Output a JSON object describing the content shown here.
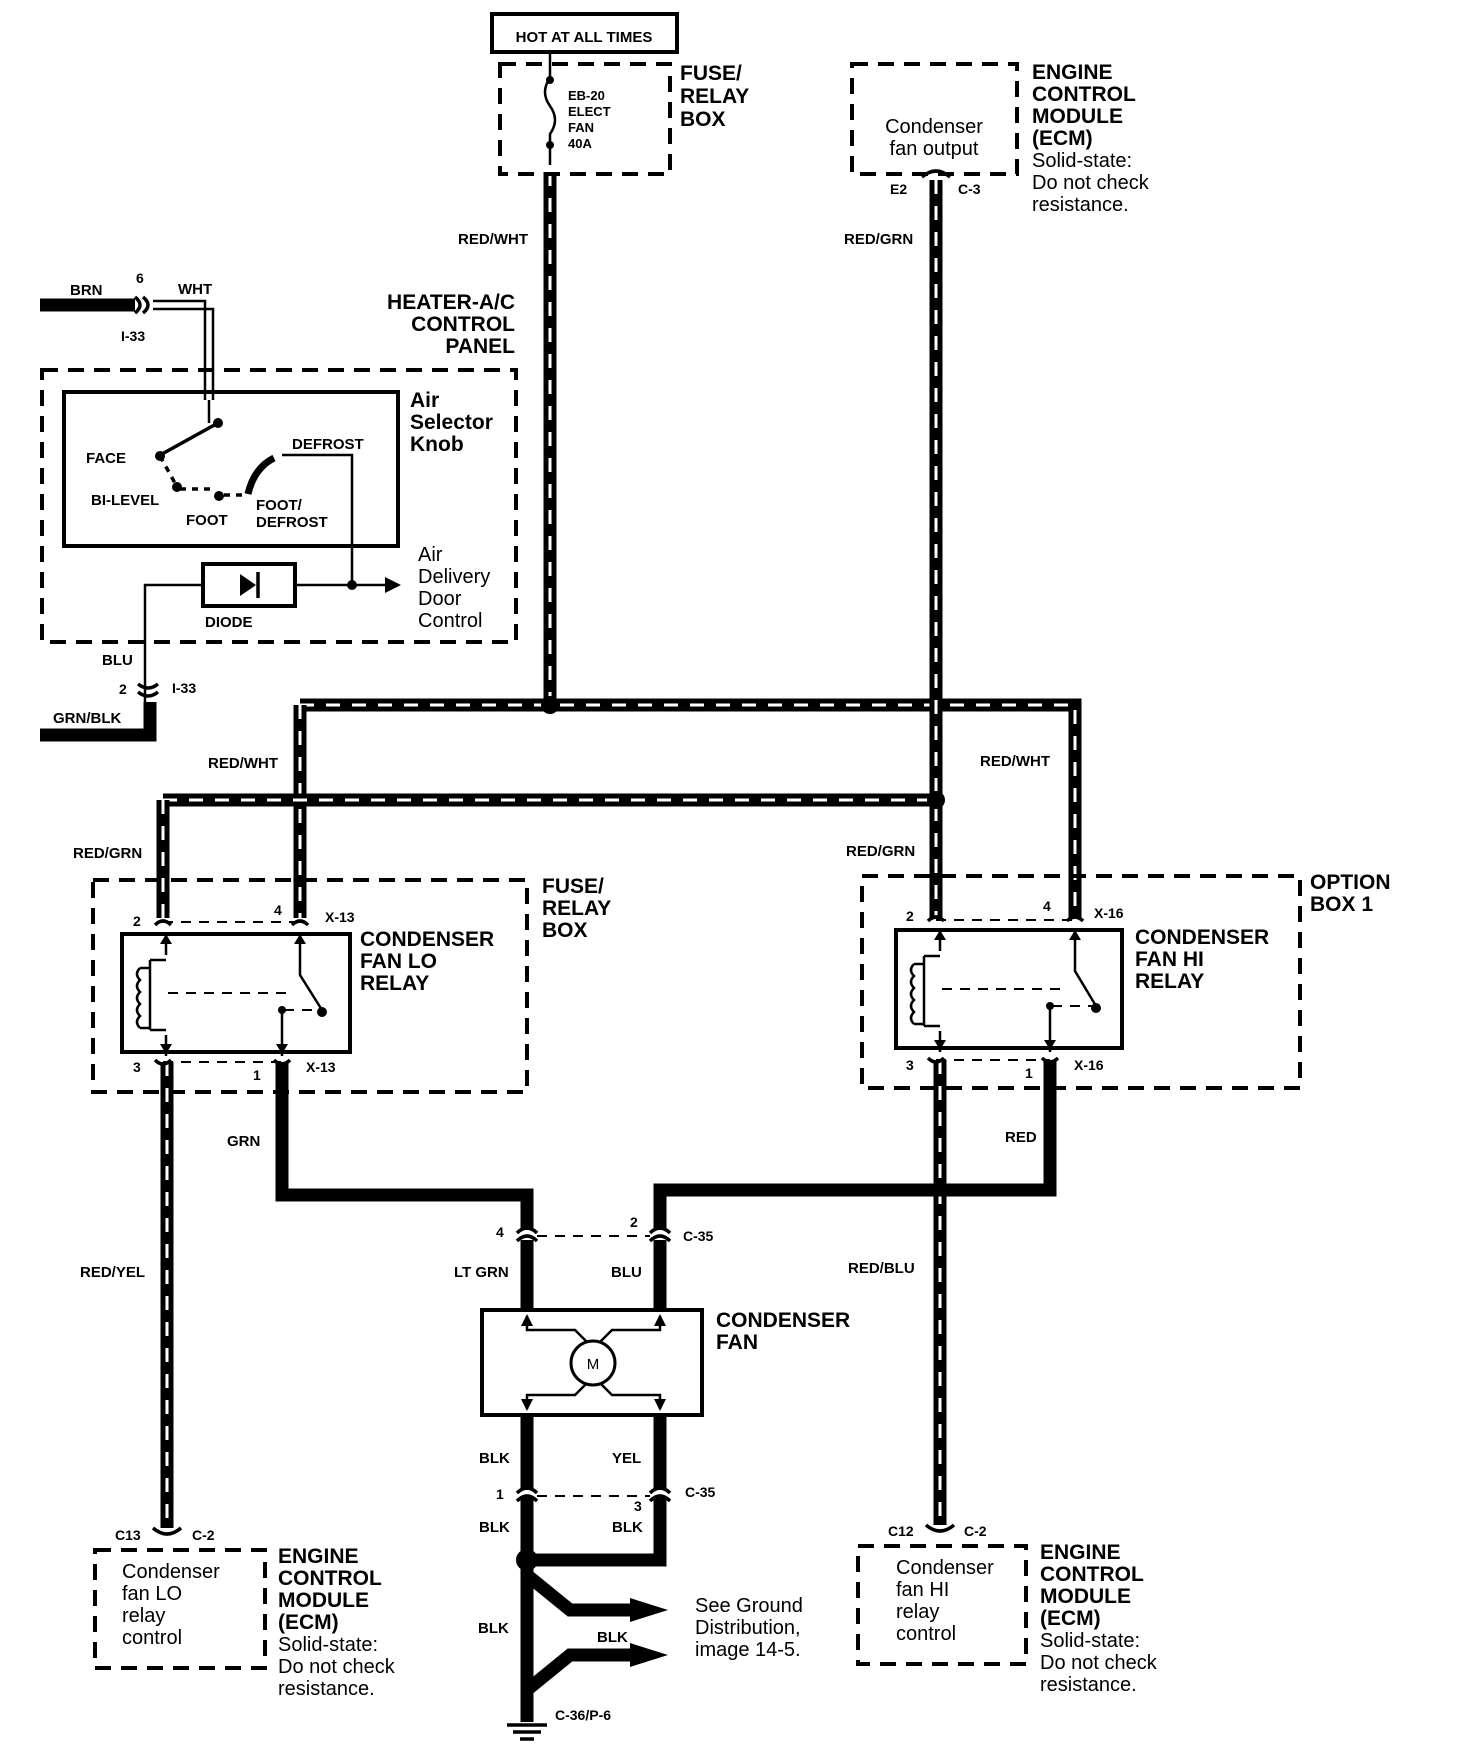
{
  "power": {
    "hot_label": "HOT AT ALL TIMES",
    "fuse_name": [
      "EB-20",
      "ELECT",
      "FAN",
      "40A"
    ],
    "fuse_box_label": [
      "FUSE/",
      "RELAY",
      "BOX"
    ]
  },
  "ecm_top": {
    "label": [
      "ENGINE",
      "CONTROL",
      "MODULE",
      "(ECM)"
    ],
    "note": [
      "Solid-state:",
      "Do not check",
      "resistance."
    ],
    "output": [
      "Condenser",
      "fan output"
    ],
    "pin": "E2",
    "connector": "C-3"
  },
  "heater_panel": {
    "label": [
      "HEATER-A/C",
      "CONTROL",
      "PANEL"
    ],
    "knob_label": [
      "Air",
      "Selector",
      "Knob"
    ],
    "positions": {
      "face": "FACE",
      "bilevel": "BI-LEVEL",
      "foot": "FOOT",
      "foot_defrost": [
        "FOOT/",
        "DEFROST"
      ],
      "defrost": "DEFROST"
    },
    "diode": "DIODE",
    "air_delivery": [
      "Air",
      "Delivery",
      "Door",
      "Control"
    ],
    "top_connector": {
      "pin": "6",
      "id": "I-33",
      "wire_in": "BRN",
      "wire_out": "WHT"
    },
    "bottom_connector": {
      "pin": "2",
      "id": "I-33",
      "wire_in": "BLU",
      "wire_out": "GRN/BLK"
    }
  },
  "wires": {
    "red_wht": "RED/WHT",
    "red_grn": "RED/GRN",
    "grn": "GRN",
    "red": "RED",
    "red_yel": "RED/YEL",
    "red_blu": "RED/BLU",
    "lt_grn": "LT GRN",
    "blu": "BLU",
    "blk": "BLK",
    "yel": "YEL"
  },
  "lo_relay": {
    "label": [
      "CONDENSER",
      "FAN LO",
      "RELAY"
    ],
    "box_label": [
      "FUSE/",
      "RELAY",
      "BOX"
    ],
    "pins": {
      "p2": "2",
      "p4": "4",
      "p3": "3",
      "p1": "1"
    },
    "connector": "X-13"
  },
  "hi_relay": {
    "label": [
      "CONDENSER",
      "FAN HI",
      "RELAY"
    ],
    "box_label": [
      "OPTION",
      "BOX 1"
    ],
    "pins": {
      "p2": "2",
      "p4": "4",
      "p3": "3",
      "p1": "1"
    },
    "connector": "X-16"
  },
  "fan": {
    "label": [
      "CONDENSER",
      "FAN"
    ],
    "motor": "M",
    "top_connector": {
      "pin_left": "4",
      "pin_right": "2",
      "id": "C-35"
    },
    "bottom_connector": {
      "pin_left": "1",
      "pin_right": "3",
      "id": "C-35"
    }
  },
  "ecm_lo": {
    "label": [
      "ENGINE",
      "CONTROL",
      "MODULE",
      "(ECM)"
    ],
    "note": [
      "Solid-state:",
      "Do not check",
      "resistance."
    ],
    "output": [
      "Condenser",
      "fan LO",
      "relay",
      "control"
    ],
    "pin": "C13",
    "connector": "C-2"
  },
  "ecm_hi": {
    "label": [
      "ENGINE",
      "CONTROL",
      "MODULE",
      "(ECM)"
    ],
    "note": [
      "Solid-state:",
      "Do not check",
      "resistance."
    ],
    "output": [
      "Condenser",
      "fan HI",
      "relay",
      "control"
    ],
    "pin": "C12",
    "connector": "C-2"
  },
  "ground": {
    "note": [
      "See Ground",
      "Distribution,",
      "image 14-5."
    ],
    "id": "C-36/P-6"
  }
}
